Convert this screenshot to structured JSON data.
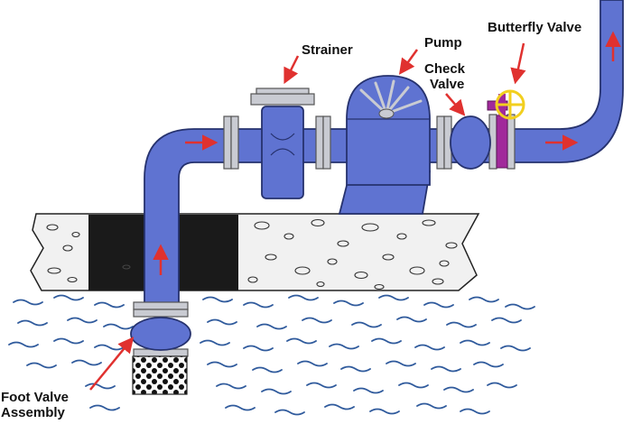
{
  "labels": {
    "strainer": "Strainer",
    "pump": "Pump",
    "check_valve_line1": "Check",
    "check_valve_line2": "Valve",
    "butterfly_valve": "Butterfly Valve",
    "foot_valve_line1": "Foot Valve",
    "foot_valve_line2": "Assembly"
  },
  "colors": {
    "pipe": "#5f73d1",
    "pipe_edge": "#26326e",
    "flow_arrow": "#e0312f",
    "leader_arrow": "#e0312f",
    "handwheel": "#f2cf1f",
    "valve_body": "#a1299b",
    "flange": "#c9cbd2",
    "water": "#2f5a9c",
    "ground": "#f1f1f1",
    "excavation": "#1a1a1a"
  }
}
